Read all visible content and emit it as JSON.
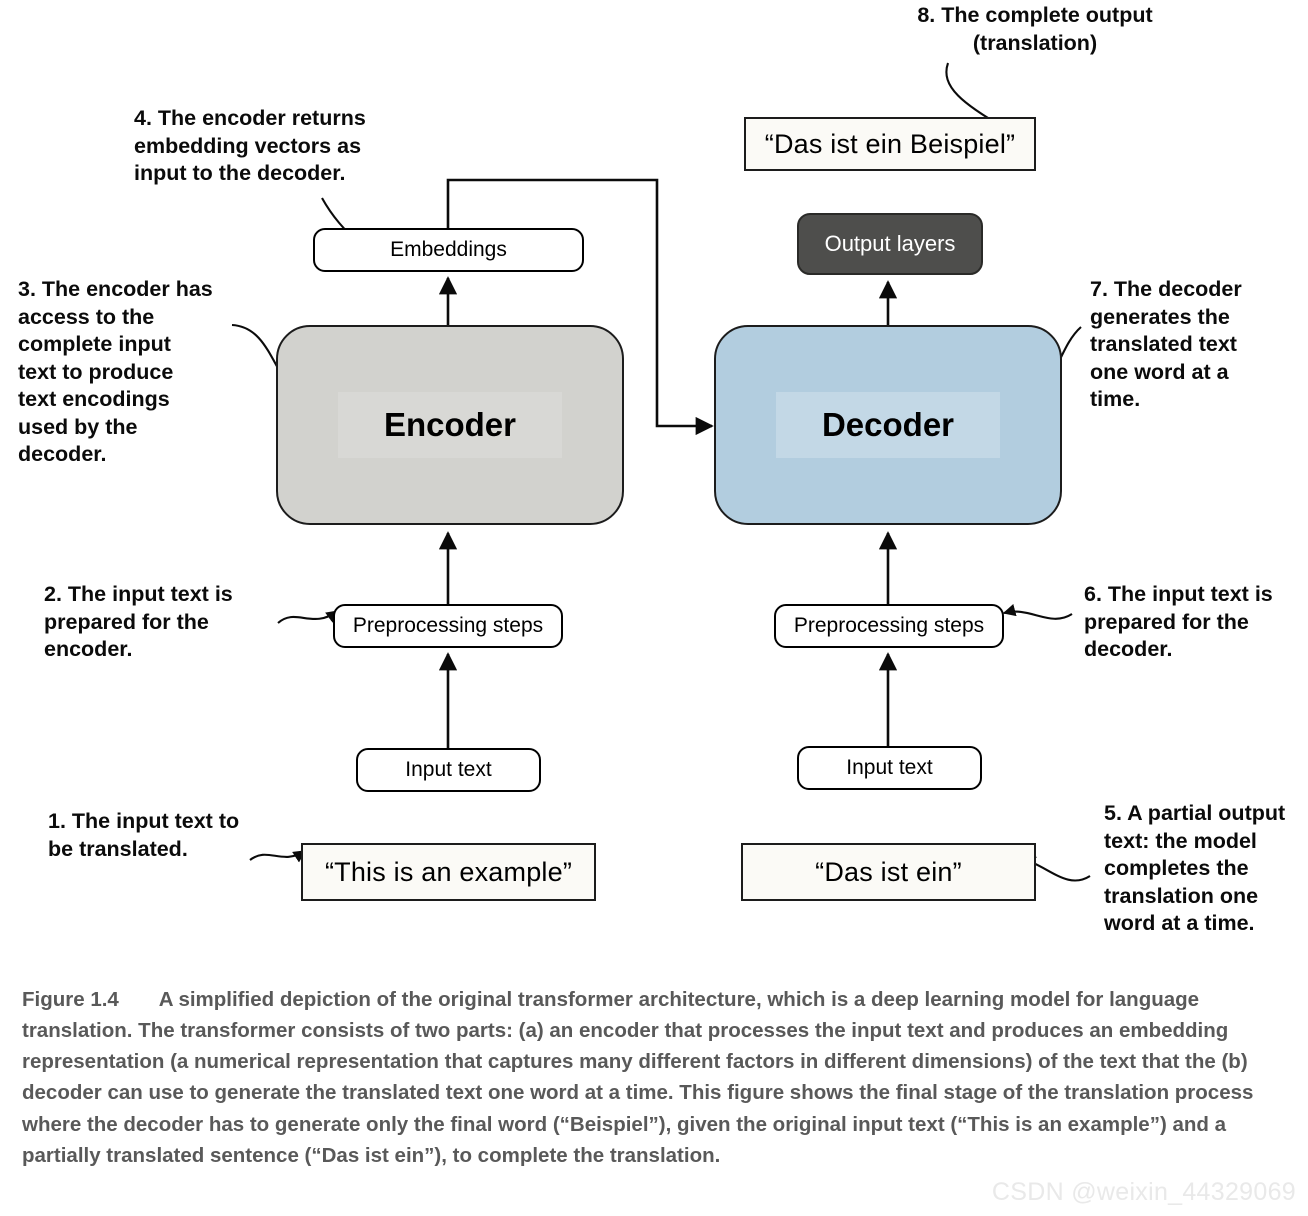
{
  "figure": {
    "id": "figure-1-4",
    "title": "Simplified transformer architecture diagram",
    "encoder_label": "Encoder",
    "decoder_label": "Decoder",
    "embeddings_label": "Embeddings",
    "output_layers_label": "Output layers",
    "encoder_preprocessing_label": "Preprocessing steps",
    "decoder_preprocessing_label": "Preprocessing steps",
    "encoder_input_text_label": "Input text",
    "decoder_input_text_label": "Input text",
    "source_sentence": "“This is an example”",
    "partial_target_sentence": "“Das ist ein”",
    "complete_translation": "“Das ist ein Beispiel”"
  },
  "colors": {
    "encoder_fill": "#d2d2ce",
    "decoder_fill": "#b2cddf",
    "output_layers_fill": "#4e4e4c",
    "quote_box_fill": "#fbfaf6",
    "stroke": "#1c1c1c",
    "caption_text": "#595959",
    "watermark_text": "#e9e9e9"
  },
  "callouts": [
    {
      "key": "step1",
      "number": "1.",
      "text": "1. The input text to\n    be translated."
    },
    {
      "key": "step2",
      "number": "2.",
      "text": "2. The input text is\n    prepared for the\n    encoder."
    },
    {
      "key": "step3",
      "number": "3.",
      "text": "3. The encoder has\n    access to the\n    complete input\n    text to produce\n    text encodings\n    used by the\n    decoder."
    },
    {
      "key": "step4",
      "number": "4.",
      "text": "4. The encoder returns\n    embedding vectors as\n    input to the decoder."
    },
    {
      "key": "step5",
      "number": "5.",
      "text": "5. A partial output\n    text: the model\n    completes the\n    translation one\n    word at a time."
    },
    {
      "key": "step6",
      "number": "6.",
      "text": "6. The input text is\n    prepared for the\n    decoder."
    },
    {
      "key": "step7",
      "number": "7.",
      "text": "7. The decoder\n    generates the\n    translated text\n    one word at a\n    time."
    },
    {
      "key": "step8",
      "number": "8.",
      "text": "8. The complete output\n(translation)"
    }
  ],
  "caption": {
    "label": "Figure 1.4",
    "body": "A simplified depiction of the original transformer architecture, which is a deep learning model for language translation. The transformer consists of two parts: (a) an encoder that processes the input text and produces an embedding representation (a numerical representation that captures many different factors in different dimensions) of the text that the (b) decoder can use to generate the translated text one word at a time. This figure shows the final stage of the translation process where the decoder has to generate only the final word (“Beispiel”), given the original input text (“This is an example”) and a partially translated sentence (“Das ist ein”), to complete the translation."
  },
  "watermark": {
    "text": "CSDN @weixin_44329069"
  }
}
